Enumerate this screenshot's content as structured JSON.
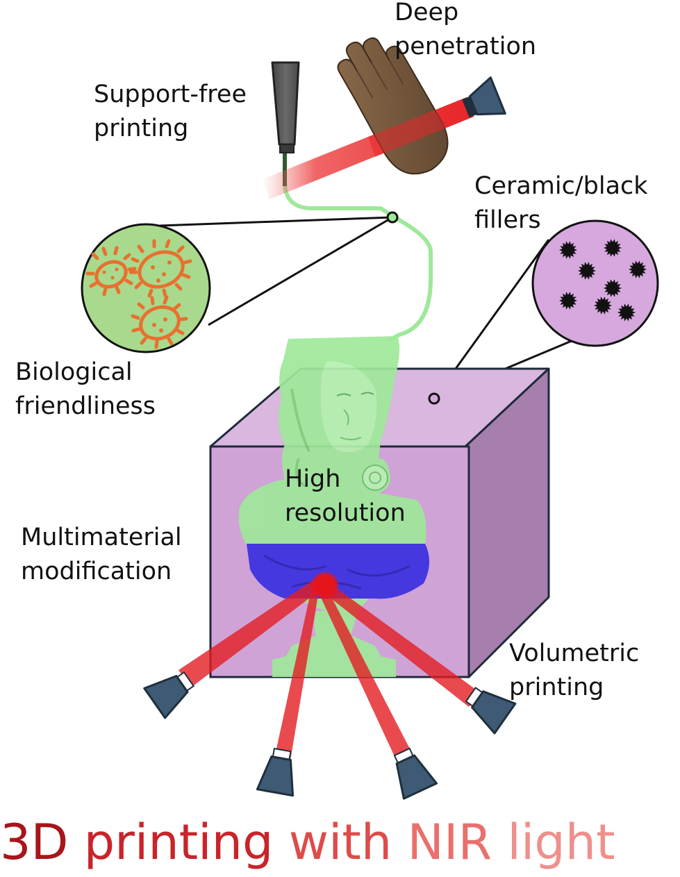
{
  "labels": {
    "deep_penetration": [
      "Deep",
      "penetration"
    ],
    "support_free": [
      "Support-free",
      "printing"
    ],
    "ceramic": [
      "Ceramic/black",
      "fillers"
    ],
    "biological": [
      "Biological",
      "friendliness"
    ],
    "high_resolution": [
      "High",
      "resolution"
    ],
    "multimaterial": [
      "Multimaterial",
      "modification"
    ],
    "volumetric": [
      "Volumetric",
      "printing"
    ]
  },
  "title": {
    "words": [
      "3D",
      "printing",
      "with",
      "NIR",
      "light"
    ],
    "gradient_colors": [
      "#a8151b",
      "#d63a36",
      "#ec8f8c"
    ]
  },
  "colors": {
    "laser_red": "#e8262a",
    "emitter": "#3e5a74",
    "cube_front": "#cfa3d6",
    "cube_side": "#a77fad",
    "cube_top": "#d9b7de",
    "bust_green": "#9fe89a",
    "bust_blue": "#3a2fe0",
    "bacteria_orange": "#e8702f",
    "bacteria_bg": "#a9d98c",
    "filler_bg": "#d6a8de",
    "nozzle": "#5b5b5b",
    "hand": "#7a5a3d"
  },
  "icons": [
    "printer-nozzle-icon",
    "hand-icon",
    "bacteria-icon",
    "filler-particle-icon",
    "laser-emitter-icon",
    "bust-sculpture-icon"
  ]
}
